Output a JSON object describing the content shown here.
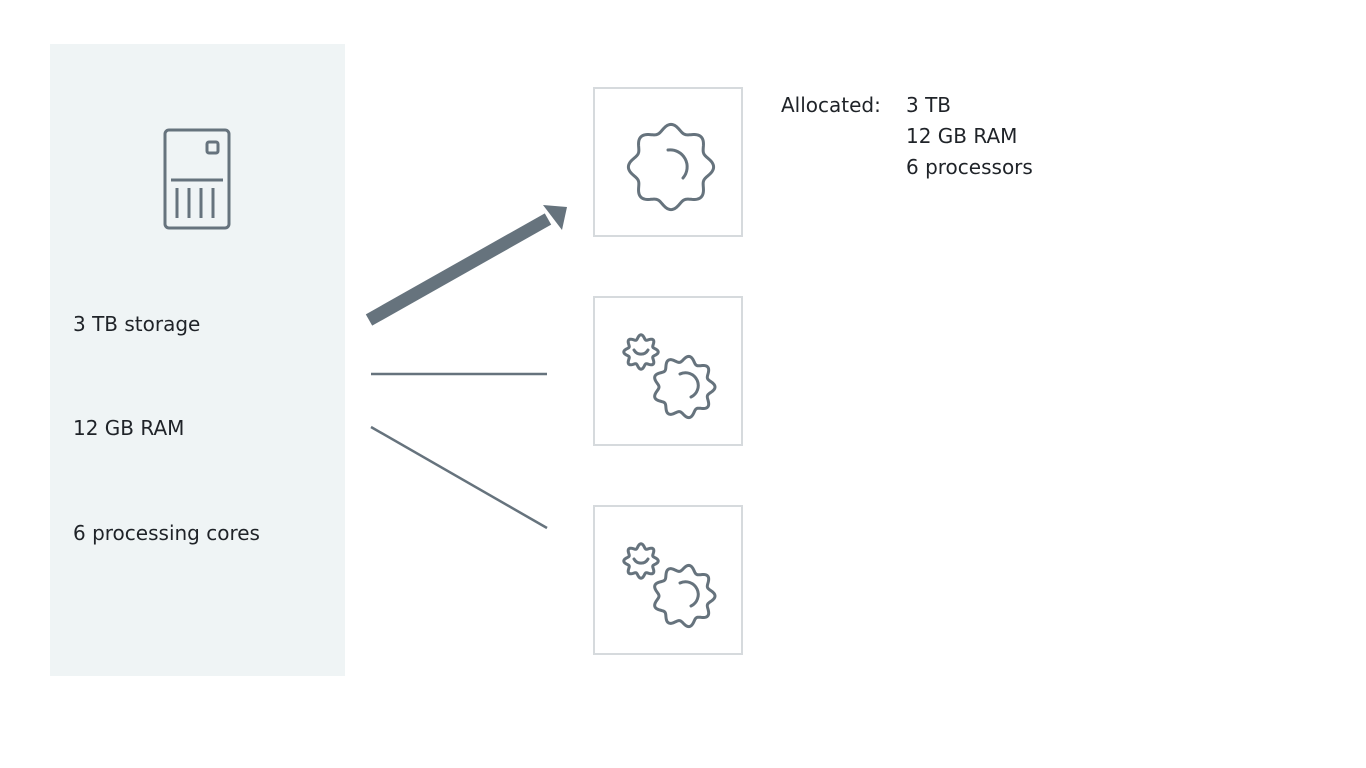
{
  "server": {
    "icon": "server-icon",
    "specs": {
      "storage": "3 TB storage",
      "ram": "12 GB RAM",
      "cores": "6 processing cores"
    }
  },
  "vms": [
    {
      "icon": "single-gear-icon",
      "selected": true
    },
    {
      "icon": "double-gear-icon",
      "selected": false
    },
    {
      "icon": "double-gear-icon",
      "selected": false
    }
  ],
  "allocation": {
    "label": "Allocated:",
    "values": [
      "3 TB",
      "12 GB RAM",
      "6 processors"
    ]
  },
  "colors": {
    "panel": "#eff4f5",
    "stroke": "#66737d",
    "box_border": "#d6dadd",
    "text": "#1f2328"
  }
}
